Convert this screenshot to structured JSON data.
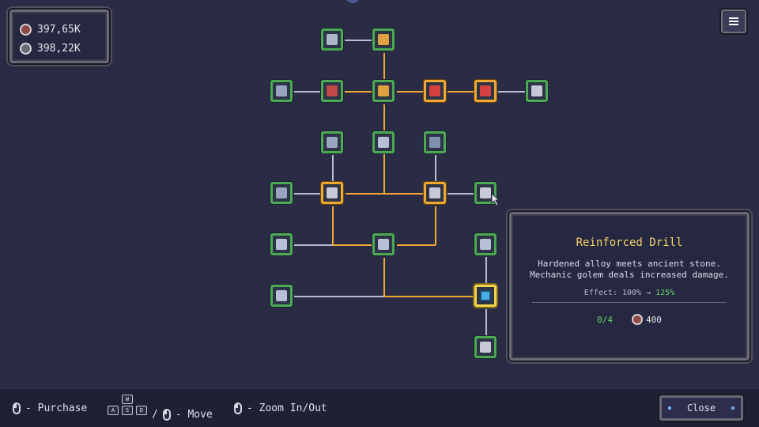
{
  "resources": {
    "ore": "397,65K",
    "stone": "398,22K"
  },
  "menu": {
    "icon": "hamburger-menu-icon"
  },
  "tree": {
    "colors": {
      "owned": "#4caa52",
      "active": "#f0a830",
      "selected": "#f4d64c",
      "line_active": "#f0a830",
      "line_inactive": "#b8bcd4"
    },
    "nodes": [
      {
        "id": "n1",
        "state": "owned",
        "icon": "pickaxe-icon",
        "color": "#b0b8c8"
      },
      {
        "id": "n2",
        "state": "owned",
        "icon": "sickle-icon",
        "color": "#e0a040"
      },
      {
        "id": "n3",
        "state": "owned",
        "icon": "stone-pair-icon",
        "color": "#9aa4c0"
      },
      {
        "id": "n4",
        "state": "owned",
        "icon": "red-ore-icon",
        "color": "#c04848"
      },
      {
        "id": "n5",
        "state": "owned",
        "icon": "crescent-icon",
        "color": "#e0a040"
      },
      {
        "id": "n6",
        "state": "active",
        "icon": "red-rune-icon",
        "color": "#d84040"
      },
      {
        "id": "n7",
        "state": "active",
        "icon": "red-rune-icon",
        "color": "#d84040"
      },
      {
        "id": "n8",
        "state": "owned",
        "icon": "shard-icon",
        "color": "#c8c8d8"
      },
      {
        "id": "n9",
        "state": "owned",
        "icon": "stairs-icon",
        "color": "#9aa4c0"
      },
      {
        "id": "n10",
        "state": "owned",
        "icon": "sparkle-icon",
        "color": "#b8c0d8"
      },
      {
        "id": "n11",
        "state": "owned",
        "icon": "needle-icon",
        "color": "#8090b0"
      },
      {
        "id": "n12",
        "state": "owned",
        "icon": "shield-icon",
        "color": "#9aa4c0"
      },
      {
        "id": "n13",
        "state": "active",
        "icon": "drill-icon",
        "color": "#c8c8d8"
      },
      {
        "id": "n14",
        "state": "active",
        "icon": "drill-icon",
        "color": "#c8c8d8"
      },
      {
        "id": "n15",
        "state": "owned",
        "icon": "drill-bit-icon",
        "color": "#c8c8d8"
      },
      {
        "id": "n16",
        "state": "owned",
        "icon": "stone-pile-icon",
        "color": "#b8c0d8"
      },
      {
        "id": "n17",
        "state": "owned",
        "icon": "gear-stone-icon",
        "color": "#b8c0d8"
      },
      {
        "id": "n18",
        "state": "owned",
        "icon": "crate-icon",
        "color": "#b8c0d8"
      },
      {
        "id": "n19",
        "state": "owned",
        "icon": "magnifier-icon",
        "color": "#b8c0d8"
      },
      {
        "id": "n20",
        "state": "selected",
        "icon": "crystal-icon",
        "color": "#48b0e8"
      },
      {
        "id": "n21",
        "state": "owned",
        "icon": "drill-icon",
        "color": "#c8c8d8"
      }
    ]
  },
  "tooltip": {
    "title": "Reinforced Drill",
    "description": "Hardened alloy meets ancient stone. Mechanic golem deals increased damage.",
    "effect_label": "Effect:",
    "effect_from": "100%",
    "effect_arrow": "→",
    "effect_to": "125%",
    "level": "0/4",
    "cost": "400"
  },
  "hints": {
    "purchase": "- Purchase",
    "keys": [
      "W",
      "A",
      "S",
      "D"
    ],
    "slash": "/",
    "move": "- Move",
    "zoom": "- Zoom In/Out"
  },
  "close_label": "Close"
}
